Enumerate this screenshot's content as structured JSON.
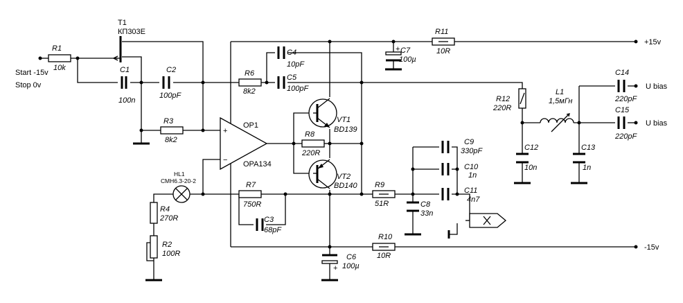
{
  "title": "",
  "rails": {
    "pos": "+15v",
    "neg": "-15v"
  },
  "inputs": {
    "start": "Start -15v",
    "stop": "Stop 0v"
  },
  "outputs": {
    "ubias1": "U bias",
    "ubias2": "U bias"
  },
  "opamp": {
    "ref": "OP1",
    "part": "OPA134",
    "plus": "+",
    "minus": "−"
  },
  "lamp": {
    "ref": "HL1",
    "part": "СМН6.3-20-2"
  },
  "transistors": {
    "t1": {
      "ref": "T1",
      "part": "КП303Е"
    },
    "vt1": {
      "ref": "VT1",
      "part": "BD139"
    },
    "vt2": {
      "ref": "VT2",
      "part": "BD140"
    }
  },
  "resistors": {
    "r1": {
      "ref": "R1",
      "value": "10k"
    },
    "r2": {
      "ref": "R2",
      "value": "100R"
    },
    "r3": {
      "ref": "R3",
      "value": "8k2"
    },
    "r4": {
      "ref": "R4",
      "value": "270R"
    },
    "r6": {
      "ref": "R6",
      "value": "8k2"
    },
    "r7": {
      "ref": "R7",
      "value": "750R"
    },
    "r8": {
      "ref": "R8",
      "value": "220R"
    },
    "r9": {
      "ref": "R9",
      "value": "51R"
    },
    "r10": {
      "ref": "R10",
      "value": "10R"
    },
    "r11": {
      "ref": "R11",
      "value": "10R"
    },
    "r12": {
      "ref": "R12",
      "value": "220R"
    }
  },
  "capacitors": {
    "c1": {
      "ref": "C1",
      "value": "100n"
    },
    "c2": {
      "ref": "C2",
      "value": "100pF"
    },
    "c3": {
      "ref": "C3",
      "value": "68pF"
    },
    "c4": {
      "ref": "C4",
      "value": "10pF"
    },
    "c5": {
      "ref": "C5",
      "value": "100pF"
    },
    "c6": {
      "ref": "C6",
      "value": "100µ"
    },
    "c7": {
      "ref": "C7",
      "value": "100µ"
    },
    "c8": {
      "ref": "C8",
      "value": "33n"
    },
    "c9": {
      "ref": "C9",
      "value": "330pF"
    },
    "c10": {
      "ref": "C10",
      "value": "1n"
    },
    "c11": {
      "ref": "C11",
      "value": "4n7"
    },
    "c12": {
      "ref": "C12",
      "value": "10n"
    },
    "c13": {
      "ref": "C13",
      "value": "1n"
    },
    "c14": {
      "ref": "C14",
      "value": "220pF"
    },
    "c15": {
      "ref": "C15",
      "value": "220pF"
    }
  },
  "inductor": {
    "ref": "L1",
    "value": "1,5мГн"
  }
}
